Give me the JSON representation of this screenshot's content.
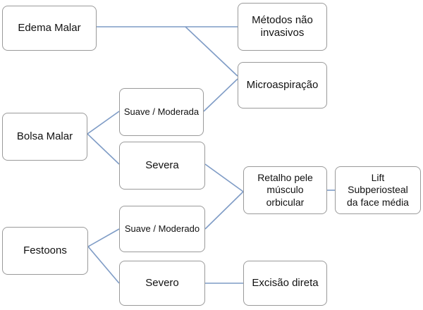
{
  "nodes": {
    "edema_malar": "Edema Malar",
    "metodos_nao_invasivos": "Métodos não\ninvasivos",
    "microaspiracao": "Microaspiração",
    "bolsa_malar": "Bolsa Malar",
    "suave_moderada": "Suave / Moderada",
    "severa": "Severa",
    "retalho_pele_musculo": "Retalho pele\nmúsculo\norbicular",
    "lift_subperiosteal": "Lift\nSubperiosteal\nda face média",
    "festoons": "Festoons",
    "suave_moderado": "Suave / Moderado",
    "severo": "Severo",
    "excisao_direta": "Excisão direta"
  },
  "edges": [
    [
      "edema_malar",
      "metodos_nao_invasivos"
    ],
    [
      "edema_malar",
      "microaspiracao"
    ],
    [
      "bolsa_malar",
      "suave_moderada"
    ],
    [
      "bolsa_malar",
      "severa"
    ],
    [
      "suave_moderada",
      "microaspiracao"
    ],
    [
      "severa",
      "retalho_pele_musculo"
    ],
    [
      "festoons",
      "suave_moderado"
    ],
    [
      "festoons",
      "severo"
    ],
    [
      "suave_moderado",
      "retalho_pele_musculo"
    ],
    [
      "retalho_pele_musculo",
      "lift_subperiosteal"
    ],
    [
      "severo",
      "excisao_direta"
    ]
  ],
  "colors": {
    "connector": "#7f9cc6",
    "box_border": "#9a9a9a"
  }
}
